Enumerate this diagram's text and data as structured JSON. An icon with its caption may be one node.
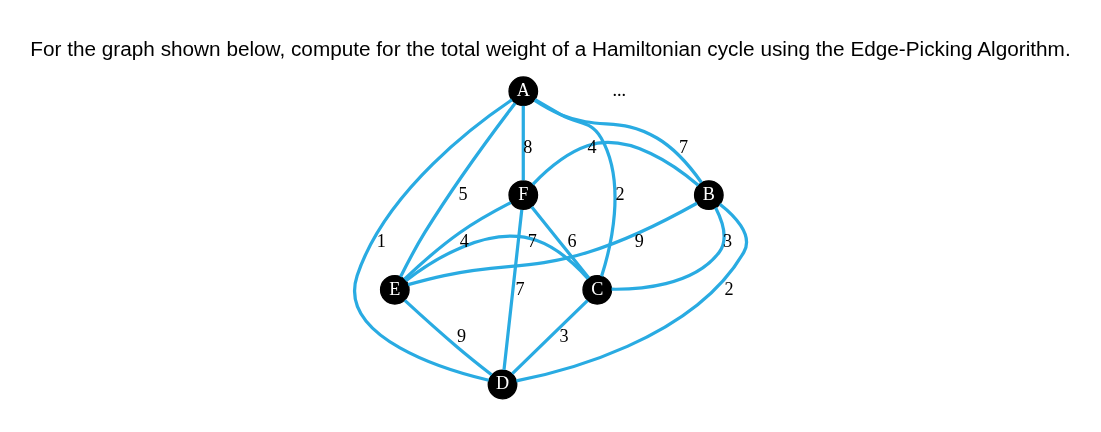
{
  "diagram": {
    "title": "For the graph shown below, compute for the total weight of a Hamiltonian cycle using the Edge-Picking Algorithm.",
    "nodes": [
      {
        "text": [
          "A"
        ]
      },
      {
        "text": [
          "B"
        ]
      },
      {
        "text": [
          "C"
        ]
      },
      {
        "text": [
          "D"
        ]
      },
      {
        "text": [
          "E"
        ]
      },
      {
        "text": [
          "F"
        ]
      }
    ],
    "edges": [
      {
        "from": 0,
        "to": 1,
        "arrow": "none",
        "label": "7"
      },
      {
        "from": 1,
        "to": 2,
        "arrow": "none",
        "label": "3"
      },
      {
        "from": 2,
        "to": 3,
        "arrow": "none",
        "label": "3"
      },
      {
        "from": 3,
        "to": 4,
        "arrow": "none",
        "label": "9"
      },
      {
        "from": 4,
        "to": 5,
        "arrow": "none",
        "label": "4"
      },
      {
        "from": 5,
        "to": 0,
        "arrow": "none",
        "label": "8"
      },
      {
        "from": 0,
        "to": 3,
        "arrow": "none",
        "label": "1"
      },
      {
        "from": 5,
        "to": 1,
        "arrow": "none",
        "label": "4"
      },
      {
        "from": 4,
        "to": 2,
        "arrow": "none",
        "label": "7"
      },
      {
        "from": 0,
        "to": 2,
        "arrow": "none",
        "label": "2"
      },
      {
        "from": 0,
        "to": 4,
        "arrow": "none",
        "label": "5"
      },
      {
        "from": 5,
        "to": 2,
        "arrow": "none",
        "label": "6"
      },
      {
        "from": 5,
        "to": 3,
        "arrow": "none",
        "label": "7"
      },
      {
        "from": 1,
        "to": 4,
        "arrow": "none",
        "label": "9"
      },
      {
        "from": 1,
        "to": 3,
        "arrow": "none",
        "label": "2"
      }
    ],
    "labels": [
      "..."
    ]
  }
}
